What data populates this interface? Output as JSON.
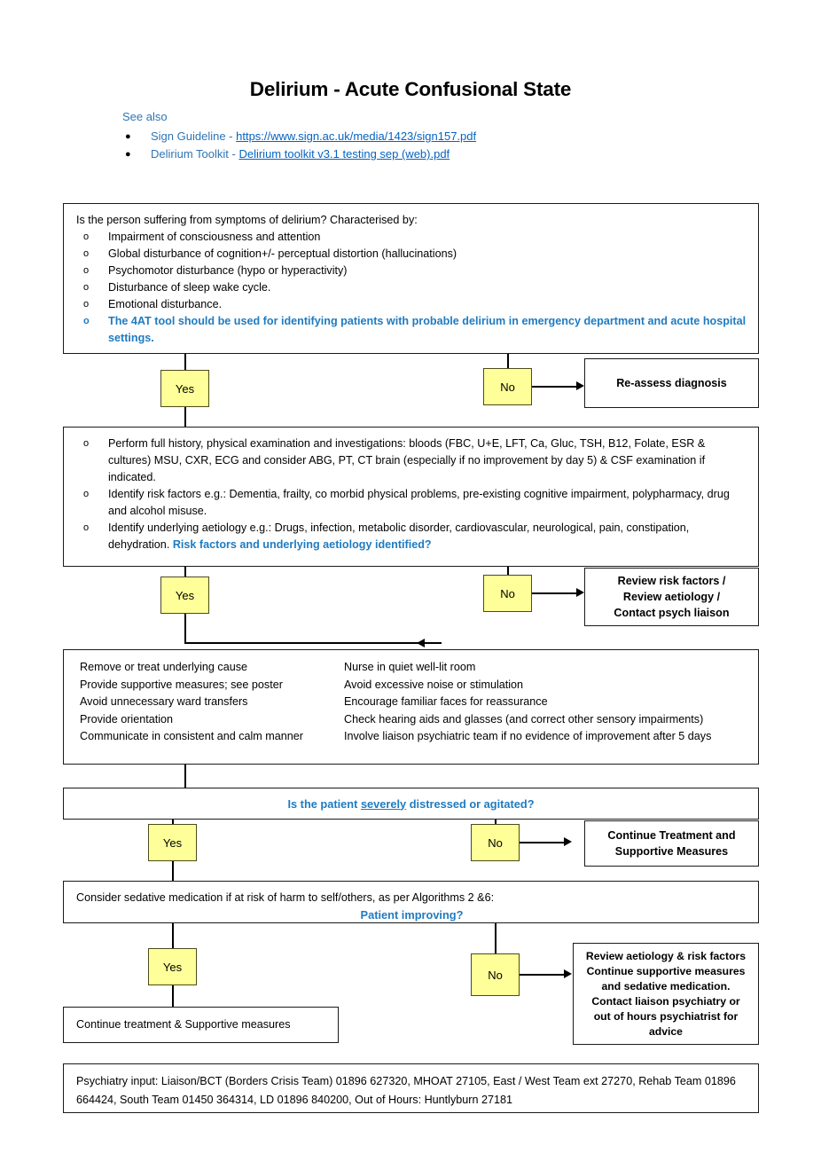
{
  "header": {
    "title": "Delirium - Acute Confusional State",
    "see_also_label": "See also",
    "links": [
      {
        "label": "Sign Guideline - ",
        "url_text": "https://www.sign.ac.uk/media/1423/sign157.pdf"
      },
      {
        "label": "Delirium Toolkit - ",
        "url_text": "Delirium toolkit v3.1 testing sep (web).pdf"
      }
    ]
  },
  "colors": {
    "decision_chip_fill": "#FFFF99",
    "highlight_blue": "#1F7BC1",
    "link_blue": "#0563C1",
    "label_blue": "#2E74B5",
    "box_border": "#1a1a1a"
  },
  "symptoms_box": {
    "question": "Is the person suffering from symptoms of delirium? Characterised by:",
    "items": [
      "Impairment of consciousness and attention",
      "Global disturbance of cognition+/- perceptual distortion (hallucinations)",
      "Psychomotor disturbance (hypo or hyperactivity)",
      "Disturbance of sleep wake cycle.",
      "Emotional disturbance."
    ],
    "highlight_item": "The 4AT tool should be used for identifying patients with probable delirium in emergency department and acute hospital settings."
  },
  "decision1": {
    "yes": "Yes",
    "no": "No",
    "no_outcome": "Re-assess diagnosis"
  },
  "assessment_box": {
    "items": [
      "Perform full history, physical examination and investigations: bloods (FBC, U+E, LFT, Ca, Gluc, TSH, B12, Folate, ESR & cultures) MSU, CXR, ECG and consider ABG, PT, CT brain (especially if no improvement by day 5) & CSF examination if indicated.",
      "Identify risk factors e.g.:  Dementia, frailty, co morbid physical problems, pre-existing cognitive impairment, polypharmacy, drug and alcohol misuse.",
      "Identify underlying aetiology e.g.:  Drugs, infection, metabolic disorder, cardiovascular, neurological, pain, constipation, dehydration. "
    ],
    "highlight_tail": "Risk factors and underlying aetiology identified?"
  },
  "decision2": {
    "yes": "Yes",
    "no": "No",
    "no_outcome_lines": [
      "Review risk factors /",
      "Review aetiology /",
      "Contact psych liaison"
    ]
  },
  "management_box": {
    "left_column": [
      "Remove or treat underlying cause",
      "Provide supportive measures; see poster",
      "Avoid unnecessary ward transfers",
      "Provide orientation",
      "Communicate in consistent and calm manner"
    ],
    "right_column": [
      "Nurse in quiet well-lit room",
      "Avoid excessive noise or stimulation",
      "Encourage familiar faces for reassurance",
      "Check hearing aids and glasses (and correct other sensory impairments)",
      "Involve liaison psychiatric team if no evidence of improvement after 5 days"
    ]
  },
  "distress_question": {
    "prefix": "Is the patient ",
    "underlined": "severely",
    "suffix": " distressed or agitated?"
  },
  "decision3": {
    "yes": "Yes",
    "no": "No",
    "no_outcome_lines": [
      "Continue Treatment and",
      "Supportive Measures"
    ]
  },
  "sedation_box": {
    "line1": "Consider sedative medication if at risk of harm to self/others, as per Algorithms 2 &6:",
    "line2_highlight": "Patient improving?"
  },
  "decision4": {
    "yes": "Yes",
    "no": "No",
    "yes_outcome": "Continue treatment & Supportive measures",
    "no_outcome_lines": [
      "Review aetiology & risk factors",
      "Continue supportive measures",
      "and sedative medication.",
      "Contact liaison psychiatry or",
      "out of hours psychiatrist for",
      "advice"
    ]
  },
  "footer_box": {
    "text": "Psychiatry input:  Liaison/BCT (Borders Crisis Team) 01896 627320, MHOAT 27105, East / West Team ext 27270, Rehab Team 01896 664424, South Team 01450 364314, LD 01896 840200, Out of Hours: Huntlyburn 27181"
  }
}
